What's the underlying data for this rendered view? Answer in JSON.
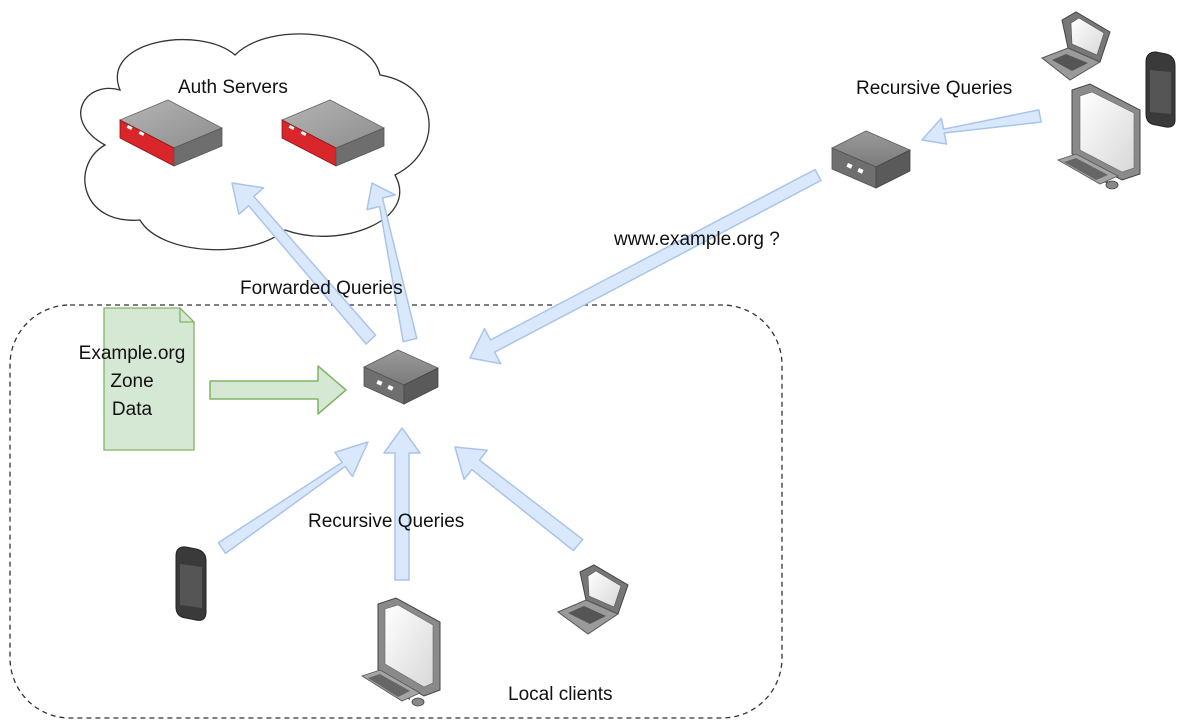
{
  "labels": {
    "auth_servers": "Auth Servers",
    "forwarded_queries": "Forwarded Queries",
    "recursive_queries_remote": "Recursive Queries",
    "recursive_queries_local": "Recursive Queries",
    "query_domain": "www.example.org ?",
    "local_clients": "Local clients"
  },
  "zone_file": {
    "line1": "Example.org",
    "line2": "Zone",
    "line3": "Data"
  },
  "colors": {
    "arrow_fill": "#dae8fc",
    "arrow_stroke": "#a9c4eb",
    "zone_fill": "#d5e8d4",
    "zone_stroke": "#82b366",
    "server_accent": "#d9262b"
  }
}
